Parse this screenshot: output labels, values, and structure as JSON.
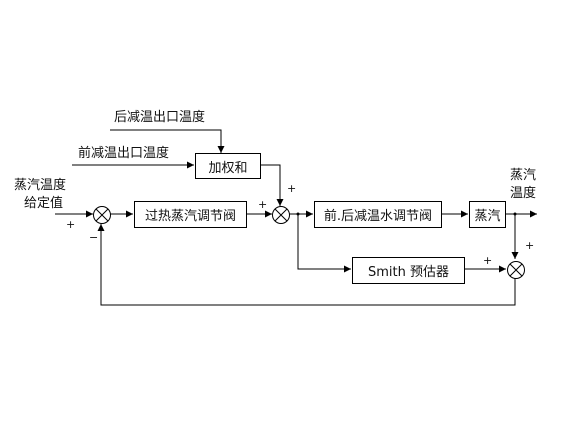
{
  "inputs": {
    "rear_outlet_temp": "后减温出口温度",
    "front_outlet_temp": "前减温出口温度",
    "setpoint_line1": "蒸汽温度",
    "setpoint_line2": "给定值"
  },
  "blocks": {
    "weighted_sum": "加权和",
    "superheat_valve": "过热蒸汽调节阀",
    "desuperheat_valve": "前.后减温水调节阀",
    "steam": "蒸汽",
    "smith": "Smith 预估器"
  },
  "output": {
    "line1": "蒸汽",
    "line2": "温度"
  },
  "signs": {
    "plus": "+",
    "minus": "−"
  },
  "colors": {
    "line": "#000000"
  }
}
